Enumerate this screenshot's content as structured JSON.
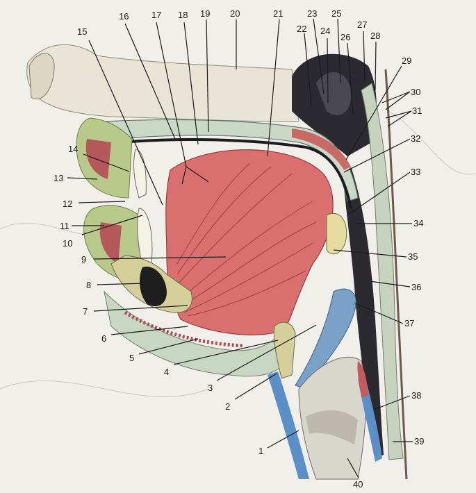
{
  "figure": {
    "labels": [
      "1",
      "2",
      "3",
      "4",
      "5",
      "6",
      "7",
      "8",
      "9",
      "10",
      "11",
      "12",
      "13",
      "14",
      "15",
      "16",
      "17",
      "18",
      "19",
      "20",
      "21",
      "22",
      "23",
      "24",
      "25",
      "26",
      "27",
      "28",
      "29",
      "30",
      "31",
      "32",
      "33",
      "34",
      "35",
      "36",
      "37",
      "38",
      "39",
      "40"
    ]
  },
  "colors": {
    "background": "#f1efe9",
    "muscle": "#d9706f",
    "muscle_dark": "#9c3a3c",
    "mucosa": "#c9d6c2",
    "gland": "#b9c98a",
    "cavity": "#2a2a2f",
    "bone": "#e6e2d2",
    "blue": "#5b8fc7",
    "yellow": "#e2d27a"
  }
}
